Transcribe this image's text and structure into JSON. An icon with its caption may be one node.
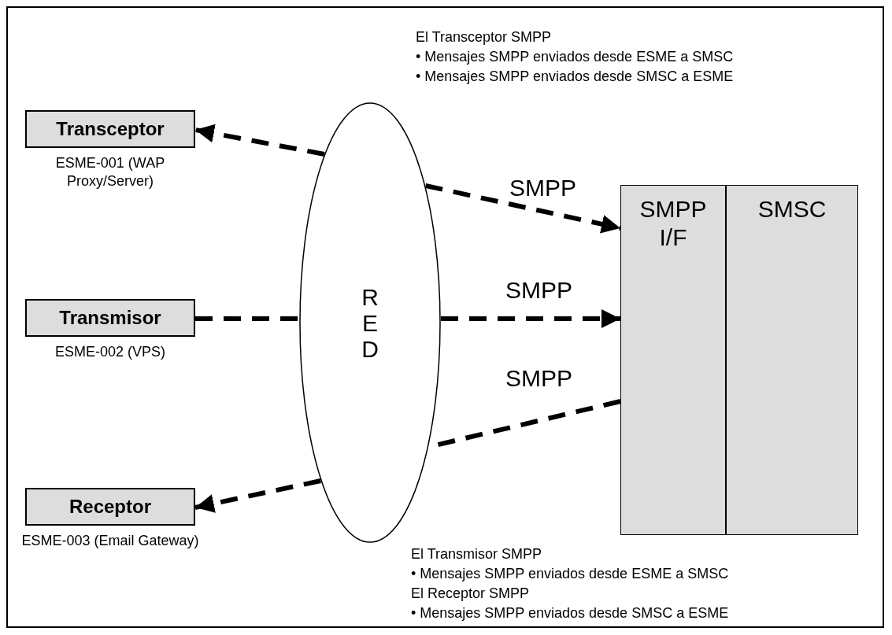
{
  "diagram": {
    "nodes": [
      {
        "text": [
          "Transceptor"
        ],
        "beside": [
          "ESME-001 (WAP Proxy/Server)"
        ]
      },
      {
        "text": [
          "Transmisor"
        ],
        "beside": [
          "ESME-002 (VPS)"
        ]
      },
      {
        "text": [
          "Receptor"
        ],
        "beside": [
          "ESME-003 (Email Gateway)"
        ]
      },
      {
        "text": [
          "RED"
        ]
      },
      {
        "text": [
          "SMPP I/F"
        ]
      },
      {
        "text": [
          "SMSC"
        ]
      }
    ],
    "edges": [
      {
        "from": 3,
        "to": 0,
        "arrow": "to",
        "style": "dashed"
      },
      {
        "from": 3,
        "to": 4,
        "arrow": "to",
        "label": "SMPP",
        "style": "dashed"
      },
      {
        "from": 1,
        "to": 3,
        "arrow": "none",
        "style": "dashed"
      },
      {
        "from": 3,
        "to": 4,
        "arrow": "to",
        "label": "SMPP",
        "style": "dashed"
      },
      {
        "from": 4,
        "to": 3,
        "arrow": "none",
        "label": "SMPP",
        "style": "dashed"
      },
      {
        "from": 3,
        "to": 2,
        "arrow": "to",
        "style": "dashed"
      }
    ],
    "labels": [
      "El Transceptor SMPP",
      "• Mensajes SMPP enviados desde ESME a SMSC",
      "• Mensajes SMPP enviados desde SMSC a ESME",
      "El Transmisor SMPP",
      "• Mensajes SMPP enviados desde ESME a SMSC",
      "El Receptor SMPP",
      "• Mensajes SMPP enviados desde SMSC a ESME"
    ]
  }
}
